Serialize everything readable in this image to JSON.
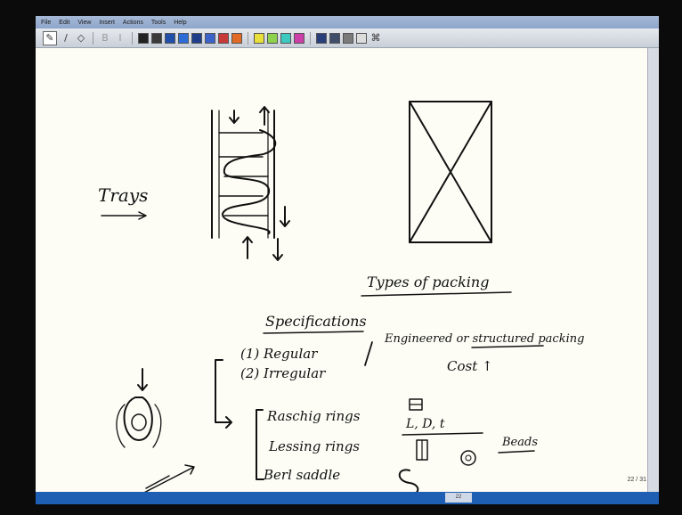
{
  "menu": [
    "File",
    "Edit",
    "View",
    "Insert",
    "Actions",
    "Tools",
    "Help"
  ],
  "toolbar": {
    "pen_icon": "pen-icon",
    "highlighter_icon": "highlighter-icon",
    "eraser_icon": "eraser-icon",
    "bold_label": "B",
    "italic_label": "I",
    "colors": [
      "#222222",
      "#3a3a3a",
      "#1f4fa8",
      "#2d6cd6",
      "#1e3e8a",
      "#3b62c9",
      "#c83a3a",
      "#e06a26",
      "#e8df3a",
      "#8ed14c",
      "#3cc9c0",
      "#cc3fa8",
      "#2a3f7a",
      "#3f4f6a",
      "#7a7a7a",
      "#dcdcdc"
    ],
    "lasso_icon": "lasso-icon"
  },
  "notes": {
    "trays": "Trays",
    "types_of_packing": "Types of packing",
    "specifications": "Specifications",
    "regular": "(1) Regular",
    "irregular": "(2) Irregular",
    "engineered": "Engineered or structured packing",
    "cost": "Cost ↑",
    "raschig": "Raschig rings",
    "lessing": "Lessing rings",
    "berl": "Berl saddle",
    "dimensions": "L, D, t",
    "beads": "Beads"
  },
  "status": {
    "page_count": "22 / 31",
    "bottom_page": "22"
  }
}
